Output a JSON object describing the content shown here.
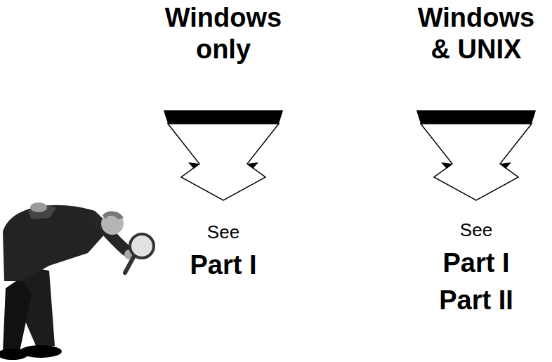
{
  "diagram": {
    "labels": [
      "Windows only",
      "Windows & UNIX",
      "See",
      "Part I",
      "See",
      "Part I",
      "Part II"
    ]
  }
}
